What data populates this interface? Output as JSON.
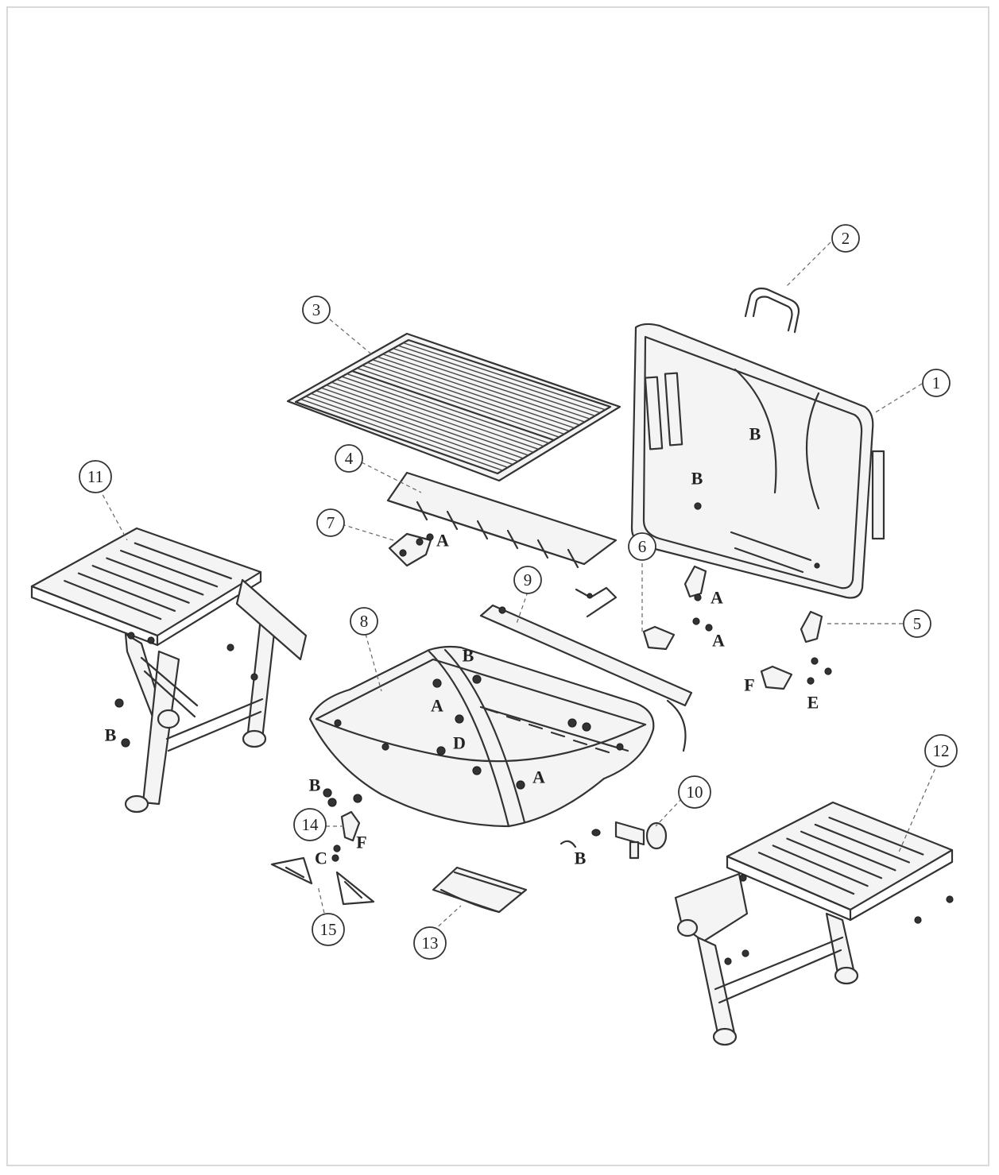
{
  "callouts": [
    {
      "id": "1",
      "label": "1"
    },
    {
      "id": "2",
      "label": "2"
    },
    {
      "id": "3",
      "label": "3"
    },
    {
      "id": "4",
      "label": "4"
    },
    {
      "id": "5",
      "label": "5"
    },
    {
      "id": "6",
      "label": "6"
    },
    {
      "id": "7",
      "label": "7"
    },
    {
      "id": "8",
      "label": "8"
    },
    {
      "id": "9",
      "label": "9"
    },
    {
      "id": "10",
      "label": "10"
    },
    {
      "id": "11",
      "label": "11"
    },
    {
      "id": "12",
      "label": "12"
    },
    {
      "id": "13",
      "label": "13"
    },
    {
      "id": "14",
      "label": "14"
    },
    {
      "id": "15",
      "label": "15"
    }
  ],
  "letters": {
    "A": "A",
    "B": "B",
    "C": "C",
    "D": "D",
    "E": "E",
    "F": "F"
  }
}
